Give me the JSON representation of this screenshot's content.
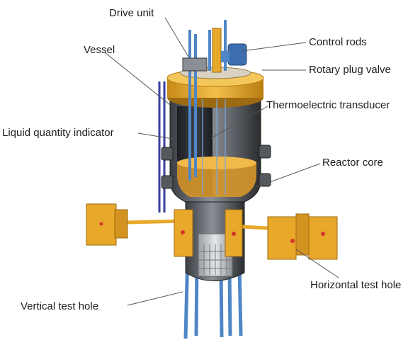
{
  "labels": {
    "drive_unit": "Drive unit",
    "vessel": "Vessel",
    "control_rods": "Control rods",
    "rotary_plug_valve": "Rotary plug valve",
    "thermoelectric_transducer": "Thermoelectric transducer",
    "liquid_quantity_indicator": "Liquid quantity indicator",
    "reactor_core": "Reactor core",
    "horizontal_test_hole": "Horizontal test hole",
    "vertical_test_hole": "Vertical test hole"
  },
  "colors": {
    "gold": "#e8a82a",
    "gold_dark": "#b97c12",
    "vessel_dark": "#2c2f33",
    "vessel_mid": "#6c7077",
    "rod_blue": "#4f86c6",
    "indicator_purple": "#3a3fa0",
    "leader_line": "#555555"
  },
  "icons": [
    "reactor-vessel-illustration"
  ]
}
